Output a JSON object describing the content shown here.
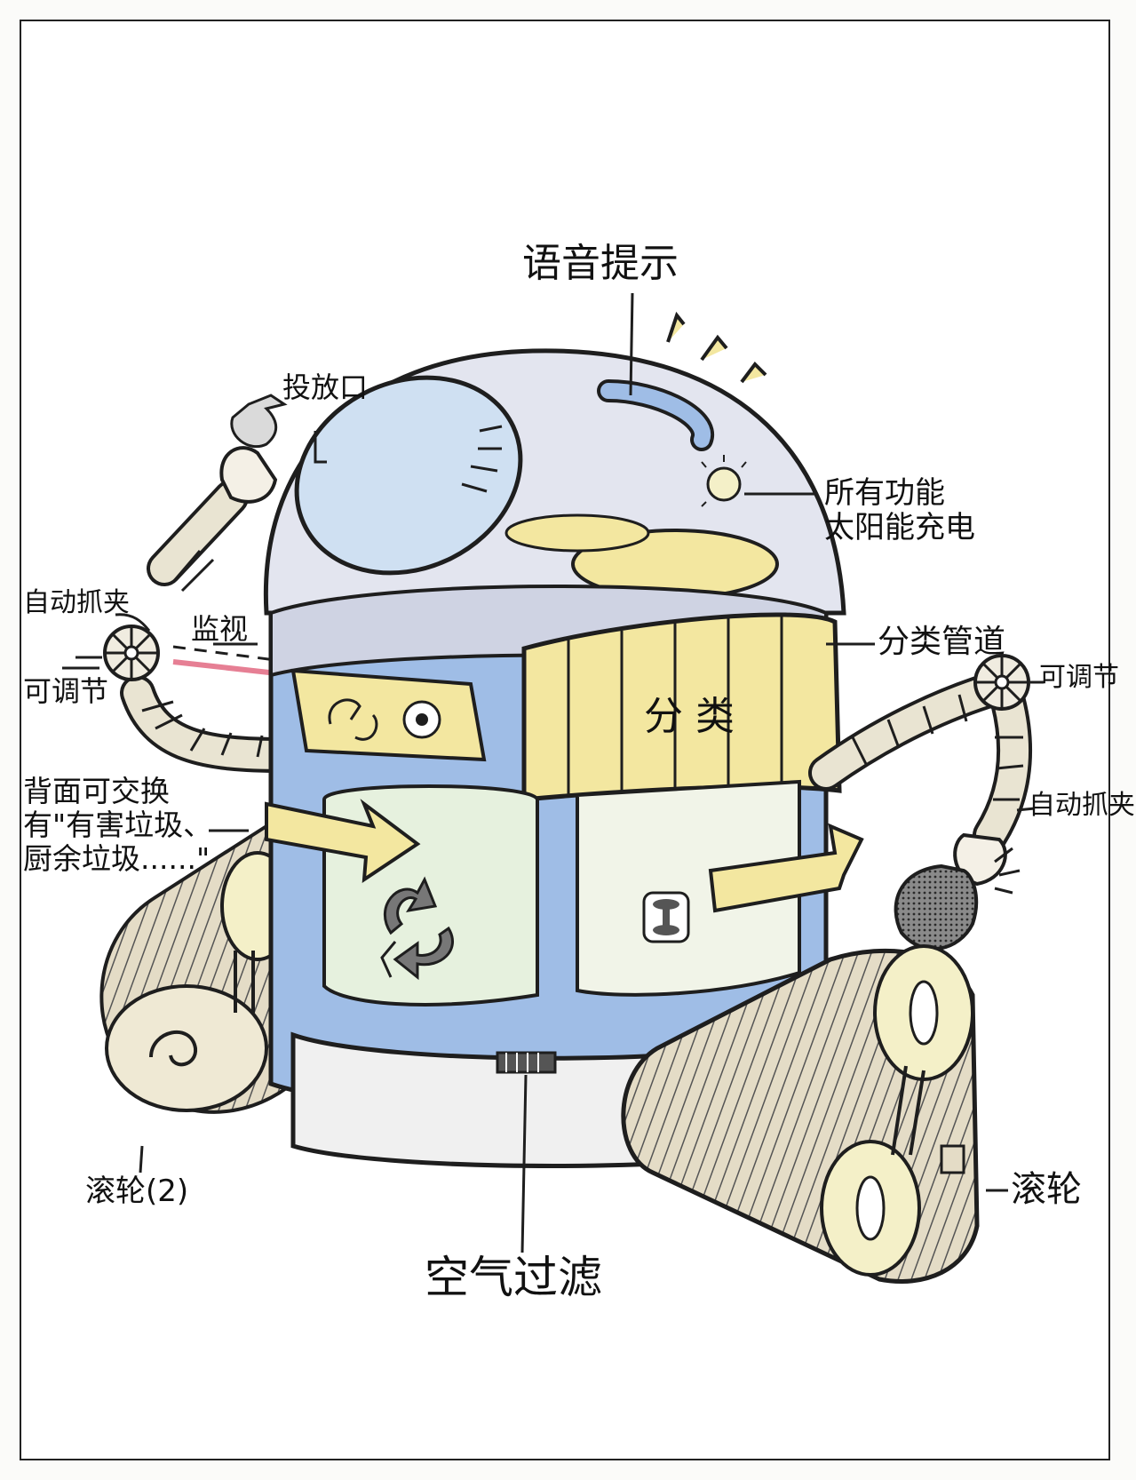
{
  "labels": {
    "voice_prompt": "语音提示",
    "drop_opening": "投放口",
    "solar": "所有功能\n太阳能充电",
    "auto_grab_left": "自动抓夹",
    "monitor": "监视",
    "adjustable_left": "可调节",
    "sorting_channel": "分类管道",
    "adjustable_right": "可调节",
    "sort_band": "分 类",
    "auto_grab_right": "自动抓夹",
    "back_swappable": "背面可交换\n有\"有害垃圾、\n厨余垃圾......\"",
    "wheel_left": "滚轮(2)",
    "air_filter": "空气过滤",
    "wheel_right": "滚轮"
  },
  "colors": {
    "outline": "#1e1e1e",
    "dome_blue": "#cfe0f2",
    "body_blue": "#9fbde6",
    "cream": "#f4f0c8",
    "yellow": "#f3e7a0",
    "track_tan": "#e4dcc6",
    "panel_green": "#e6f1de",
    "laser_red": "#e0607a"
  },
  "icons": {
    "recycle_left": "recycle-icon",
    "recycle_panel": "recycle-icon",
    "hazard_right": "hazard-symbol-icon",
    "sun": "sun-icon",
    "lightning": "lightning-icon",
    "trash_bag": "trash-bag-icon"
  }
}
